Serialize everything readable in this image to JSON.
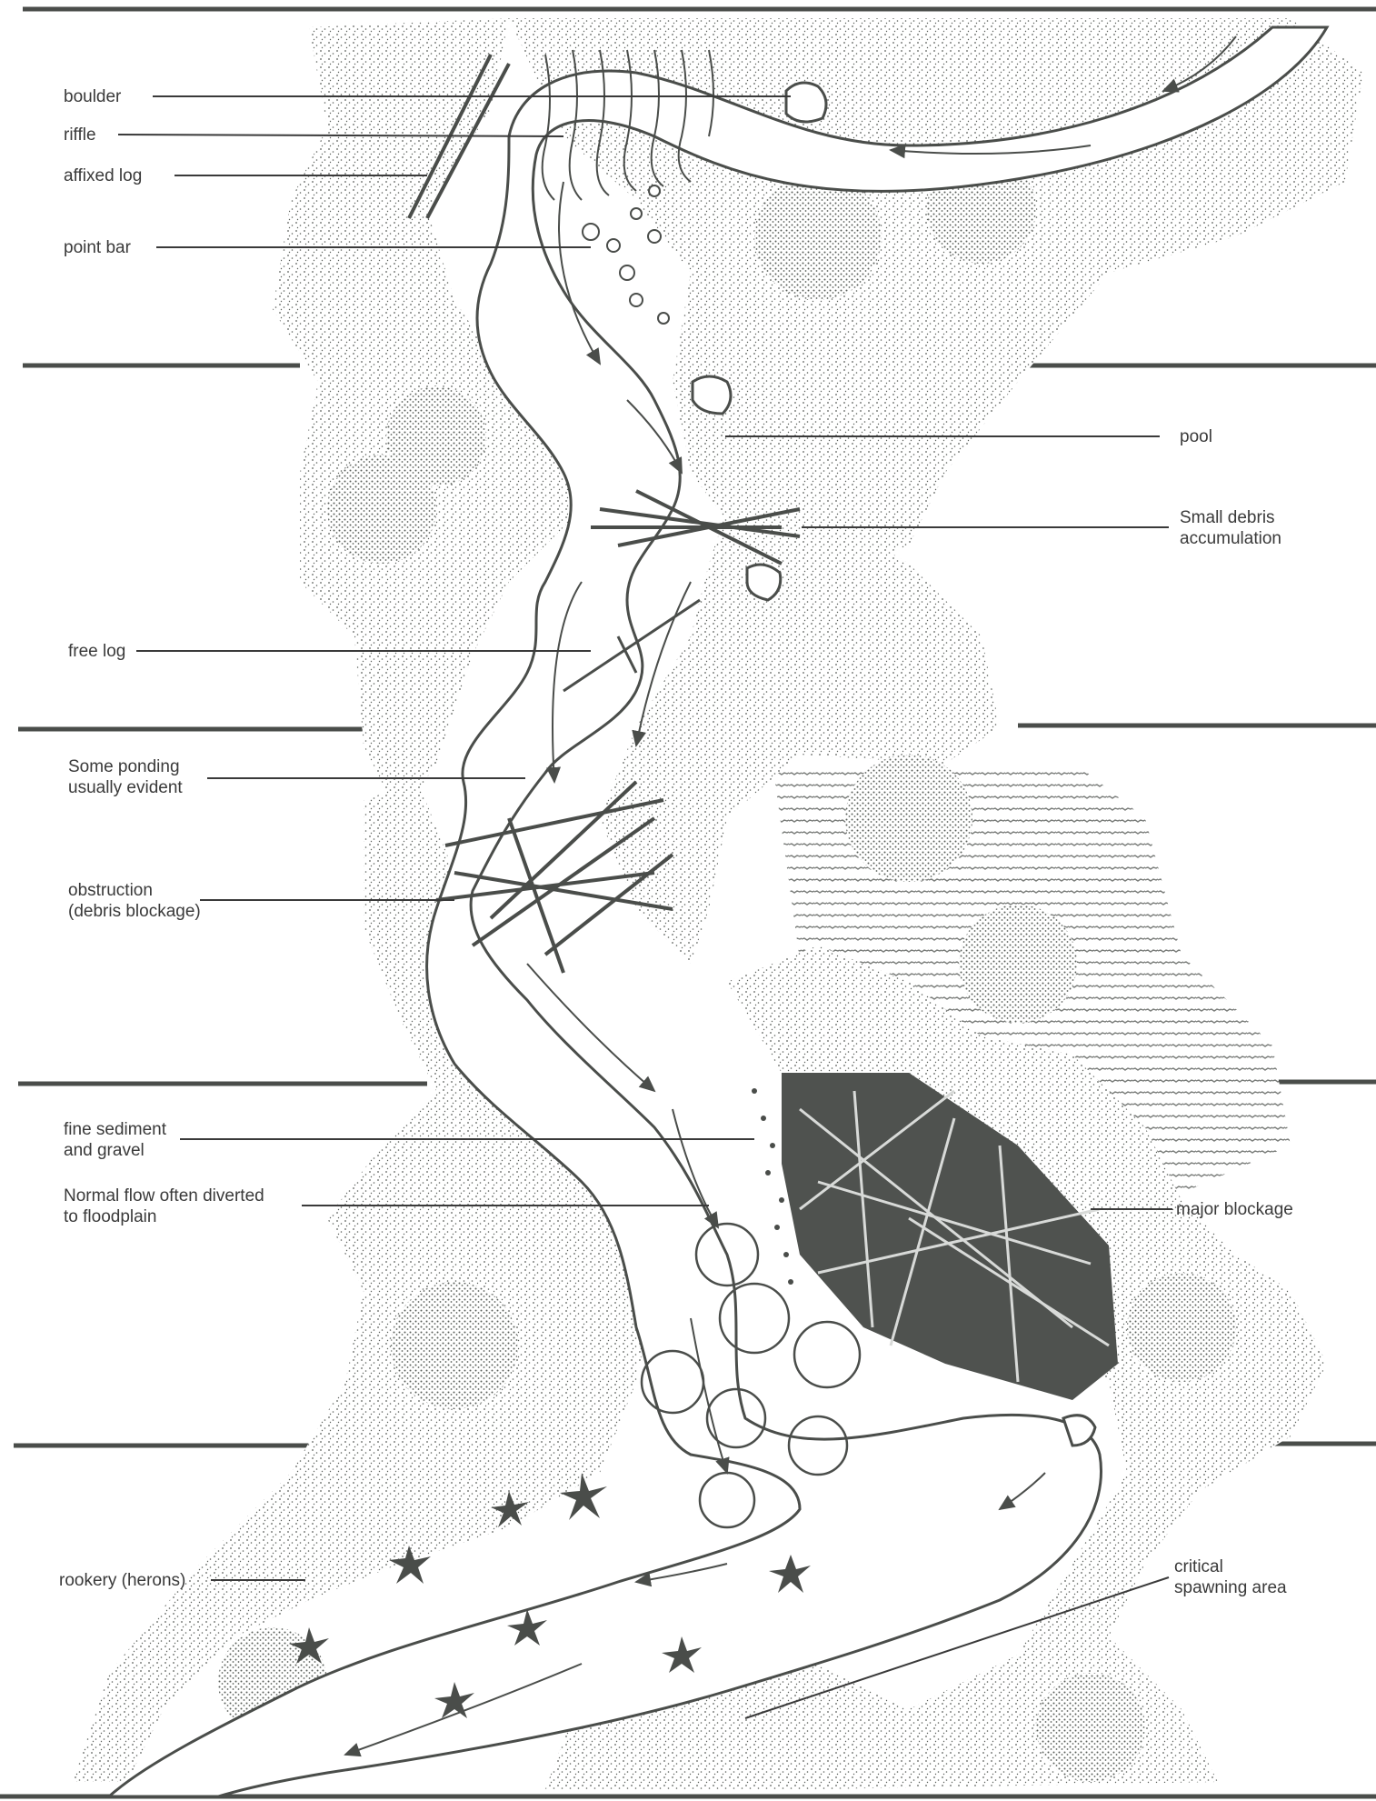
{
  "colors": {
    "ink": "#4a4d4a",
    "foliage": "#5c605c",
    "water": "#ffffff",
    "field": "#8a8d8a",
    "paper": "#ffffff"
  },
  "labels": {
    "boulder": "boulder",
    "riffle": "riffle",
    "affixed_log": "affixed log",
    "point_bar": "point bar",
    "pool": "pool",
    "small_debris": "Small debris\naccumulation",
    "free_log": "free log",
    "ponding": "Some ponding\nusually evident",
    "obstruction": "obstruction\n(debris blockage)",
    "fine_sediment": "fine sediment\nand gravel",
    "normal_flow": "Normal flow often diverted\nto floodplain",
    "major_blockage": "major blockage",
    "rookery": "rookery (herons)",
    "spawning": "critical\nspawning area"
  }
}
